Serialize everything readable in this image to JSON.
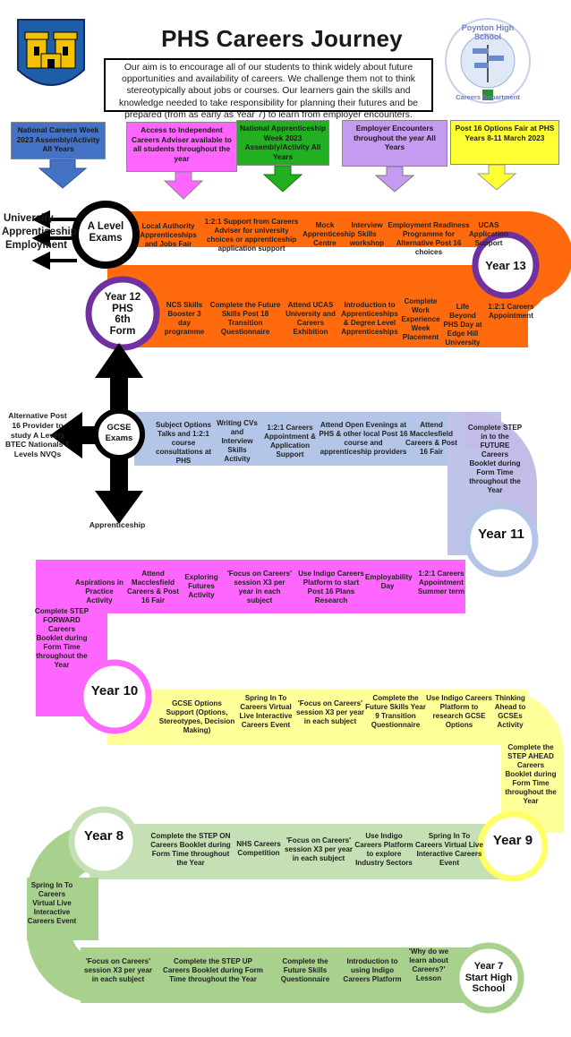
{
  "header": {
    "title": "PHS Careers Journey",
    "aim": "Our aim is to encourage all of our students to think widely about future opportunities and availability of careers. We challenge them not to think stereotypically about jobs or courses. Our learners gain the skills and knowledge needed to take responsibility for planning their futures and be prepared (from as early as Year 7) to learn from employer encounters.",
    "logo_right_text": "Poynton High School",
    "logo_right_sub": "Careers Department"
  },
  "events": [
    {
      "text": "National Careers Week 2023 Assembly/Activity All Years",
      "color": "#4472c4"
    },
    {
      "text": "Access to Independent Careers Adviser available to all students throughout the year",
      "color": "#ff66ff"
    },
    {
      "text": "National Apprenticeship Week 2023 Assembly/Activity All Years",
      "color": "#22b022"
    },
    {
      "text": "Employer Encounters throughout the year All Years",
      "color": "#c49bf0"
    },
    {
      "text": "Post 16 Options Fair at PHS Years 8-11 March 2023",
      "color": "#ffff33"
    }
  ],
  "exits": {
    "alevel_outcomes": [
      "University",
      "Apprenticeship",
      "Employment"
    ],
    "gcse_left": "Alternative Post 16 Provider to study A Levels BTEC Nationals T Levels NVQs",
    "gcse_bottom": "Apprenticeship"
  },
  "circles": {
    "alevel": "A Level Exams",
    "y13": "Year 13",
    "y12_a": "Year 12",
    "y12_b": "PHS",
    "y12_c": "6th",
    "y12_d": "Form",
    "gcse": "GCSE Exams",
    "y11": "Year 11",
    "y10": "Year 10",
    "y9": "Year 9",
    "y8": "Year 8",
    "y7": "Year 7 Start High School"
  },
  "rows": {
    "y13": [
      "Local Authority Apprenticeships and Jobs Fair",
      "1:2:1 Support from Careers Adviser for university choices or apprenticeship application support",
      "Mock Apprenticeship Centre",
      "Interview Skills workshop",
      "Employment Readiness Programme for Alternative Post 16 choices",
      "UCAS Application Support"
    ],
    "y12": [
      "NCS Skills Booster 3 day programme",
      "Complete the Future Skills Post 18 Transition Questionnaire",
      "Attend UCAS University and Careers Exhibition",
      "Introduction to Apprenticeships & Degree Level Apprenticeships",
      "Complete Work Experience Week Placement",
      "Life Beyond PHS Day at Edge Hill University",
      "1:2:1 Careers Appointment"
    ],
    "y11": [
      "Subject Options Talks and 1:2:1 course consultations at PHS",
      "Writing CVs and Interview Skills Activity",
      "1:2:1 Careers Appointment & Application Support",
      "Attend Open Evenings at PHS & other local Post 16 course and apprenticeship providers",
      "Attend Macclesfield Careers & Post 16 Fair",
      "Complete STEP in to the FUTURE Careers Booklet during Form Time throughout the Year"
    ],
    "y10_top": [
      "Aspirations in Practice Activity",
      "Attend Macclesfield Careers & Post 16 Fair",
      "Exploring Futures Activity",
      "'Focus on Careers' session X3 per year in each subject",
      "Use Indigo Careers Platform to start Post 16 Plans Research",
      "Employability Day",
      "1:2:1 Careers Appointment Summer term"
    ],
    "y10_left": "Complete STEP FORWARD Careers Booklet during Form Time throughout the Year",
    "y9": [
      "GCSE Options Support (Options, Stereotypes, Decision Making)",
      "Spring In To Careers Virtual Live Interactive Careers Event",
      "'Focus on Careers' session X3 per year in each subject",
      "Complete the Future Skills Year 9 Transition Questionnaire",
      "Use Indigo Careers Platform to research GCSE Options",
      "Thinking Ahead to GCSEs Activity"
    ],
    "y9_right": "Complete the STEP AHEAD Careers Booklet during Form Time throughout the Year",
    "y8": [
      "Complete the STEP ON Careers Booklet during Form Time throughout the Year",
      "NHS Careers Competition",
      "'Focus on Careers' session X3 per year in each subject",
      "Use Indigo Careers Platform to explore Industry Sectors",
      "Spring In To Careers Virtual Live Interactive Careers Event"
    ],
    "y8_left": "Spring In To Careers Virtual Live Interactive Careers Event",
    "y7": [
      "'Focus on Careers' session X3 per year in each subject",
      "Complete the STEP UP Careers Booklet during Form Time throughout the Year",
      "Complete the Future Skills Questionnaire",
      "Introduction to using Indigo Careers Platform",
      "'Why do we learn about Careers?' Lesson"
    ]
  },
  "colors": {
    "orange": "#ff6a0e",
    "purple": "#7030a0",
    "blue_light": "#b4c6e7",
    "pink": "#ff66ff",
    "yellow": "#ffff99",
    "green_light": "#c5e0b4",
    "green_mid": "#a9d18e"
  }
}
